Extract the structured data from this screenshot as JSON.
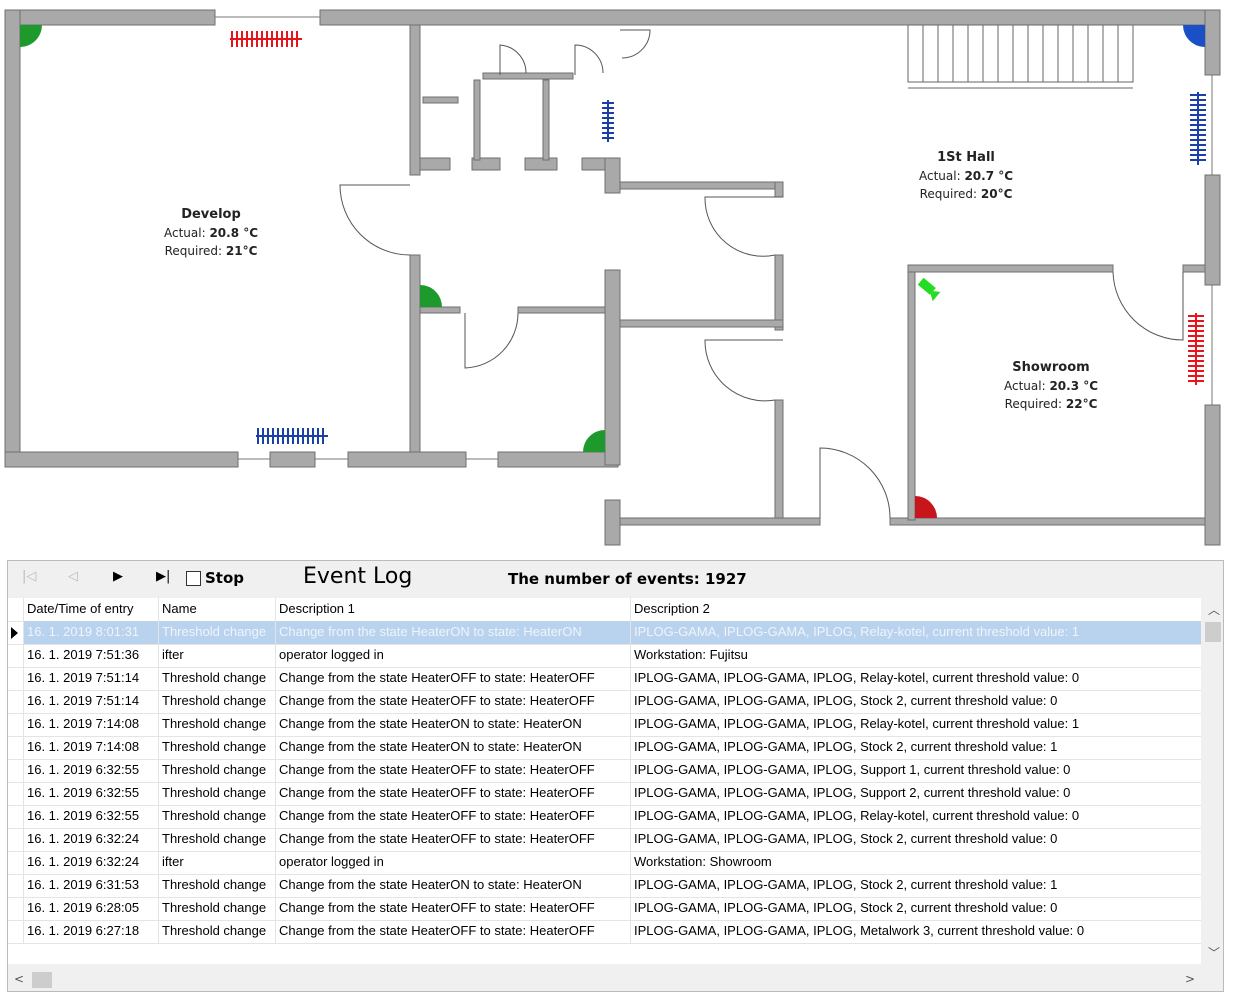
{
  "rooms": [
    {
      "name": "Develop",
      "actual_label": "Actual:",
      "actual": "20.8 °C",
      "required_label": "Required:",
      "required": "21°C"
    },
    {
      "name": "1St Hall",
      "actual_label": "Actual:",
      "actual": "20.7 °C",
      "required_label": "Required:",
      "required": "20°C"
    },
    {
      "name": "Showroom",
      "actual_label": "Actual:",
      "actual": "20.3 °C",
      "required_label": "Required:",
      "required": "22°C"
    }
  ],
  "colors": {
    "heater_on": "#e8141b",
    "heater_off": "#1a3fa8",
    "sensor_ok": "#1e9a2c",
    "sensor_cold": "#1a4fc8",
    "sensor_hot": "#c8141b",
    "camera": "#22dd22"
  },
  "event_log": {
    "title": "Event Log",
    "stop_label": "Stop",
    "count_label": "The number of events: 1927",
    "columns": [
      "Date/Time of entry",
      "Name",
      "Description 1",
      "Description 2"
    ],
    "rows": [
      [
        "16. 1. 2019 8:01:31",
        "Threshold change",
        "Change from the state HeaterON to state: HeaterON",
        "IPLOG-GAMA, IPLOG-GAMA, IPLOG, Relay-kotel, current threshold value: 1"
      ],
      [
        "16. 1. 2019 7:51:36",
        "ifter",
        "operator logged in",
        "Workstation: Fujitsu"
      ],
      [
        "16. 1. 2019 7:51:14",
        "Threshold change",
        "Change from the state HeaterOFF to state: HeaterOFF",
        "IPLOG-GAMA, IPLOG-GAMA, IPLOG, Relay-kotel, current threshold value: 0"
      ],
      [
        "16. 1. 2019 7:51:14",
        "Threshold change",
        "Change from the state HeaterOFF to state: HeaterOFF",
        "IPLOG-GAMA, IPLOG-GAMA, IPLOG, Stock 2, current threshold value: 0"
      ],
      [
        "16. 1. 2019 7:14:08",
        "Threshold change",
        "Change from the state HeaterON to state: HeaterON",
        "IPLOG-GAMA, IPLOG-GAMA, IPLOG, Relay-kotel, current threshold value: 1"
      ],
      [
        "16. 1. 2019 7:14:08",
        "Threshold change",
        "Change from the state HeaterON to state: HeaterON",
        "IPLOG-GAMA, IPLOG-GAMA, IPLOG, Stock 2, current threshold value: 1"
      ],
      [
        "16. 1. 2019 6:32:55",
        "Threshold change",
        "Change from the state HeaterOFF to state: HeaterOFF",
        "IPLOG-GAMA, IPLOG-GAMA, IPLOG, Support 1, current threshold value: 0"
      ],
      [
        "16. 1. 2019 6:32:55",
        "Threshold change",
        "Change from the state HeaterOFF to state: HeaterOFF",
        "IPLOG-GAMA, IPLOG-GAMA, IPLOG, Support 2, current threshold value: 0"
      ],
      [
        "16. 1. 2019 6:32:55",
        "Threshold change",
        "Change from the state HeaterOFF to state: HeaterOFF",
        "IPLOG-GAMA, IPLOG-GAMA, IPLOG, Relay-kotel, current threshold value: 0"
      ],
      [
        "16. 1. 2019 6:32:24",
        "Threshold change",
        "Change from the state HeaterOFF to state: HeaterOFF",
        "IPLOG-GAMA, IPLOG-GAMA, IPLOG, Stock 2, current threshold value: 0"
      ],
      [
        "16. 1. 2019 6:32:24",
        "ifter",
        "operator logged in",
        "Workstation: Showroom"
      ],
      [
        "16. 1. 2019 6:31:53",
        "Threshold change",
        "Change from the state HeaterON to state: HeaterON",
        "IPLOG-GAMA, IPLOG-GAMA, IPLOG, Stock 2, current threshold value: 1"
      ],
      [
        "16. 1. 2019 6:28:05",
        "Threshold change",
        "Change from the state HeaterOFF to state: HeaterOFF",
        "IPLOG-GAMA, IPLOG-GAMA, IPLOG, Stock 2, current threshold value: 0"
      ],
      [
        "16. 1. 2019 6:27:18",
        "Threshold change",
        "Change from the state HeaterOFF to state: HeaterOFF",
        "IPLOG-GAMA, IPLOG-GAMA, IPLOG, Metalwork 3, current threshold value: 0"
      ]
    ]
  }
}
